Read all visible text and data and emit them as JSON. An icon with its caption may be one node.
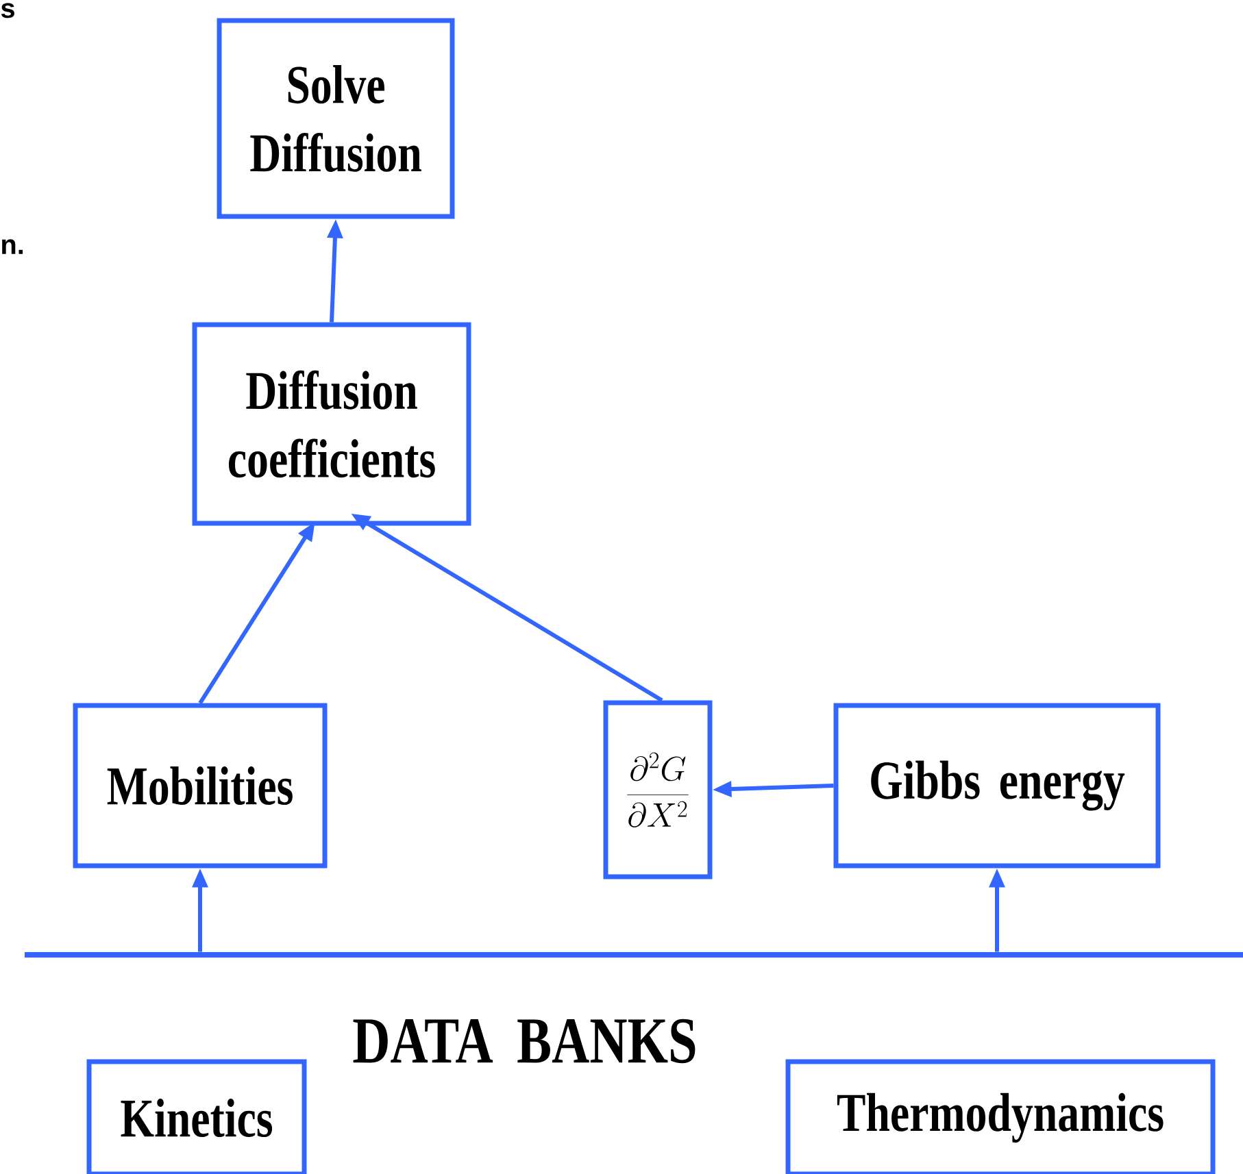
{
  "diagram": {
    "nodes": [
      {
        "text": [
          "Solve Diffusion"
        ]
      },
      {
        "text": [
          "Diffusion coefficients"
        ]
      },
      {
        "text": [
          "Mobilities"
        ]
      },
      {
        "text": [
          "\\frac{\\partial^{2}G}{\\partial X^{2}}"
        ]
      },
      {
        "text": [
          "Gibbs energy"
        ]
      },
      {
        "text": [],
        "shape": "bar"
      },
      {
        "text": [
          "Kinetics"
        ]
      },
      {
        "text": [
          "Thermodynamics"
        ]
      }
    ],
    "edges": [
      {
        "from": 1,
        "to": 0,
        "arrow": "to"
      },
      {
        "from": 2,
        "to": 1,
        "arrow": "to"
      },
      {
        "from": 3,
        "to": 1,
        "arrow": "to"
      },
      {
        "from": 4,
        "to": 3,
        "arrow": "to"
      },
      {
        "from": 5,
        "to": 2,
        "arrow": "to"
      },
      {
        "from": 5,
        "to": 4,
        "arrow": "to"
      }
    ],
    "labels": [
      "s",
      "n.",
      "DATA BANKS"
    ]
  }
}
